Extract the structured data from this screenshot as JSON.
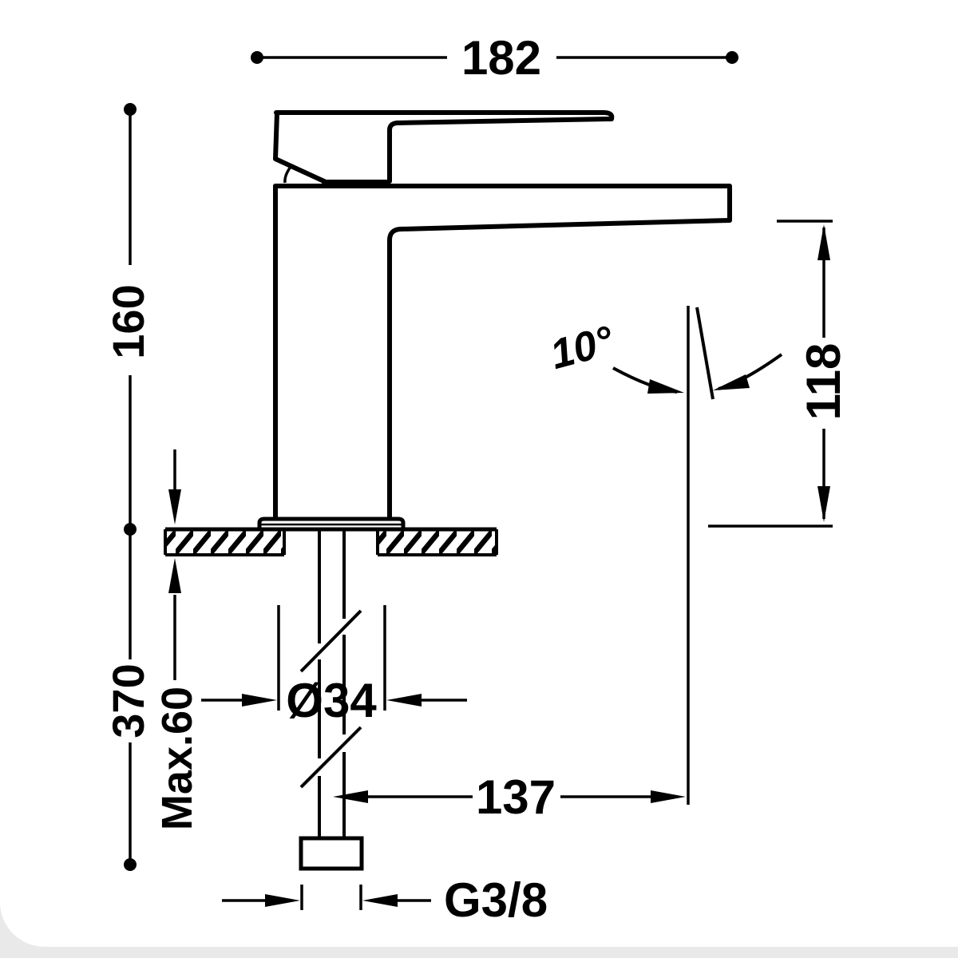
{
  "page": {
    "background": "#ffffff",
    "page_edge_color": "#e9e9e9",
    "line_color": "#000000"
  },
  "drawing": {
    "type": "technical-dimension-drawing",
    "subject": "single-lever basin mixer tap, side elevation with counter section",
    "labels": {
      "overall_width": "182",
      "total_height": "160",
      "spout_outlet_height": "118",
      "spout_angle": "10°",
      "under_counter_depth": "370",
      "max_counter_thickness": "Max.60",
      "mounting_hole_diameter": "Ø34",
      "outlet_projection": "137",
      "supply_thread": "G3/8"
    }
  }
}
